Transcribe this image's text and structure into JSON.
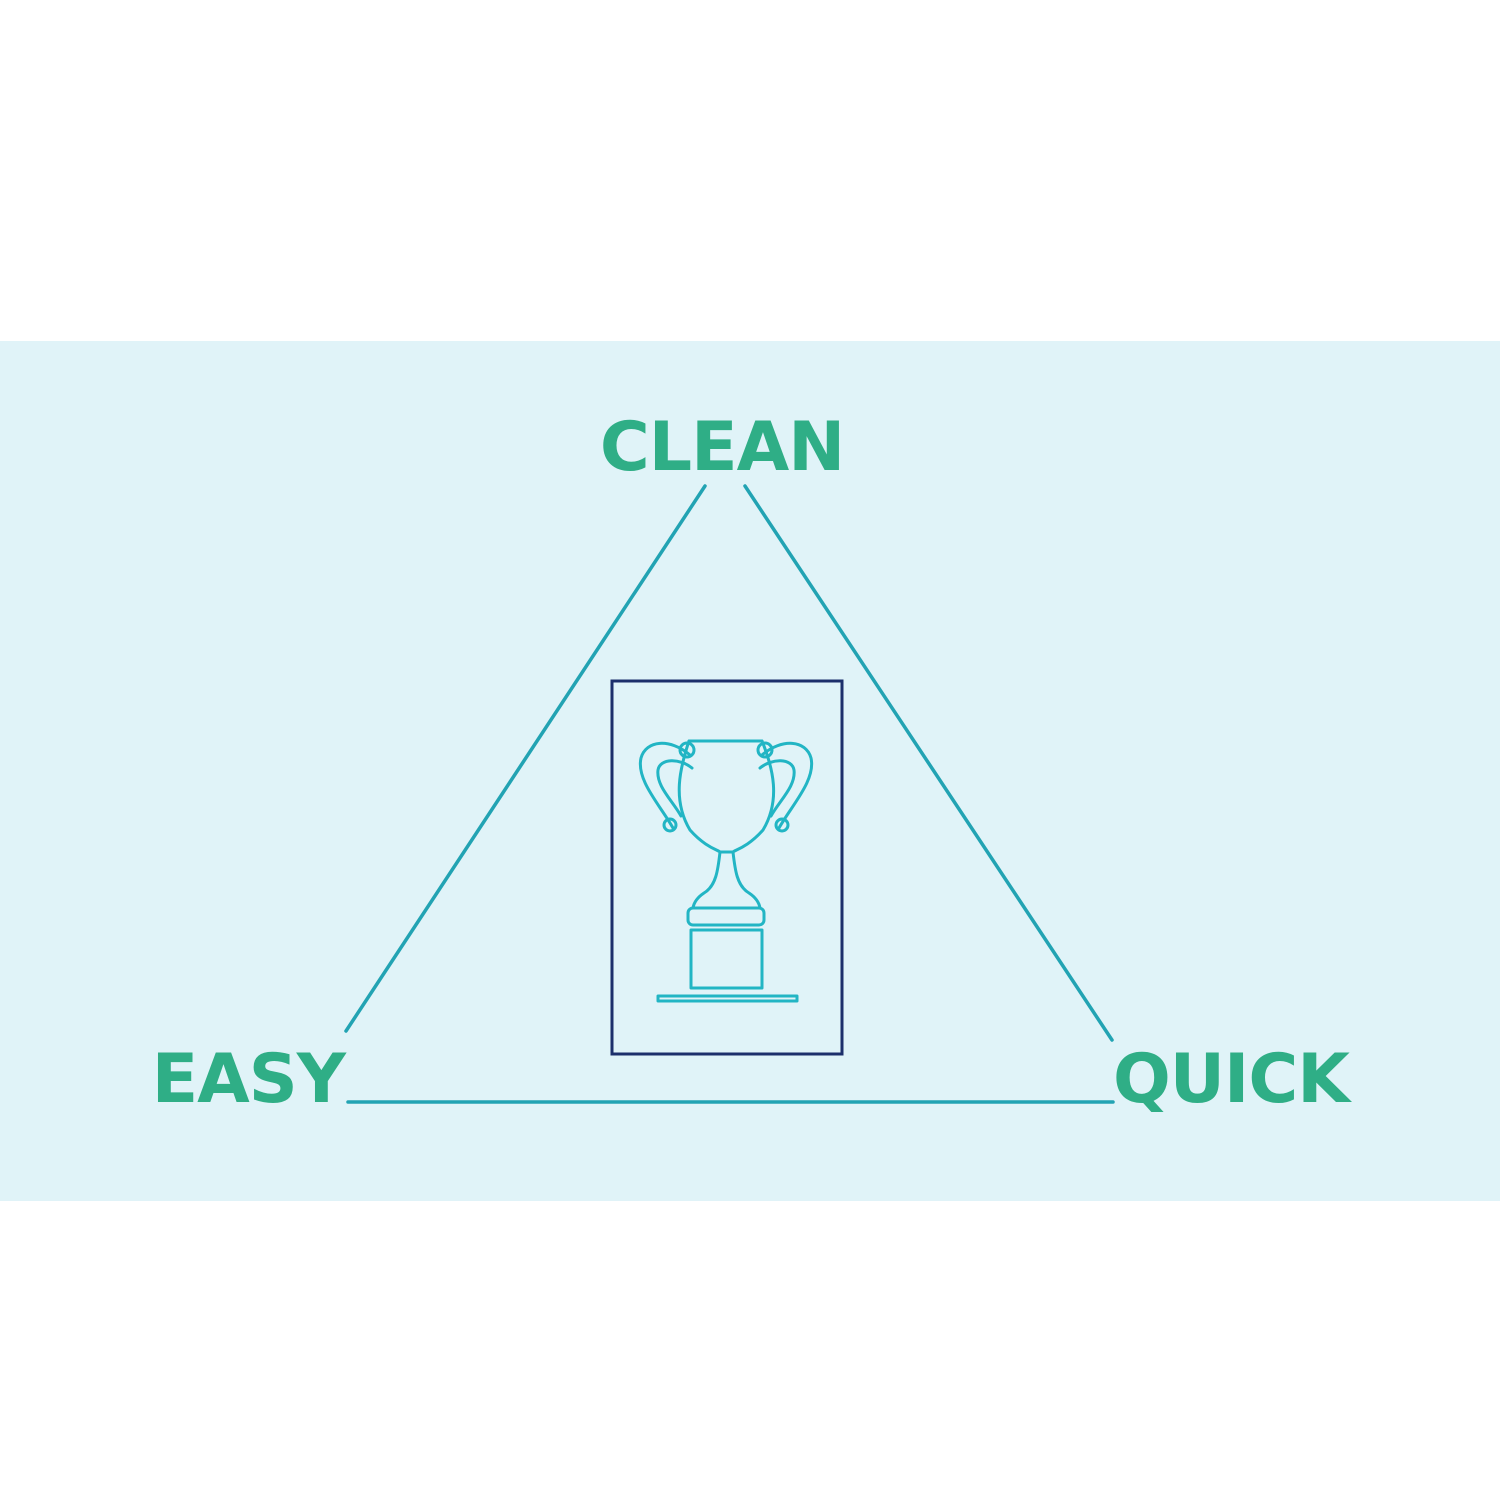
{
  "diagram": {
    "vertices": {
      "top": "CLEAN",
      "bottom_left": "EASY",
      "bottom_right": "QUICK"
    },
    "center_icon": "trophy-icon",
    "colors": {
      "background": "#e0f3f8",
      "label": "#2fae86",
      "triangle_line": "#22a3b3",
      "frame": "#1c2f6b",
      "trophy": "#22b5c4"
    }
  }
}
